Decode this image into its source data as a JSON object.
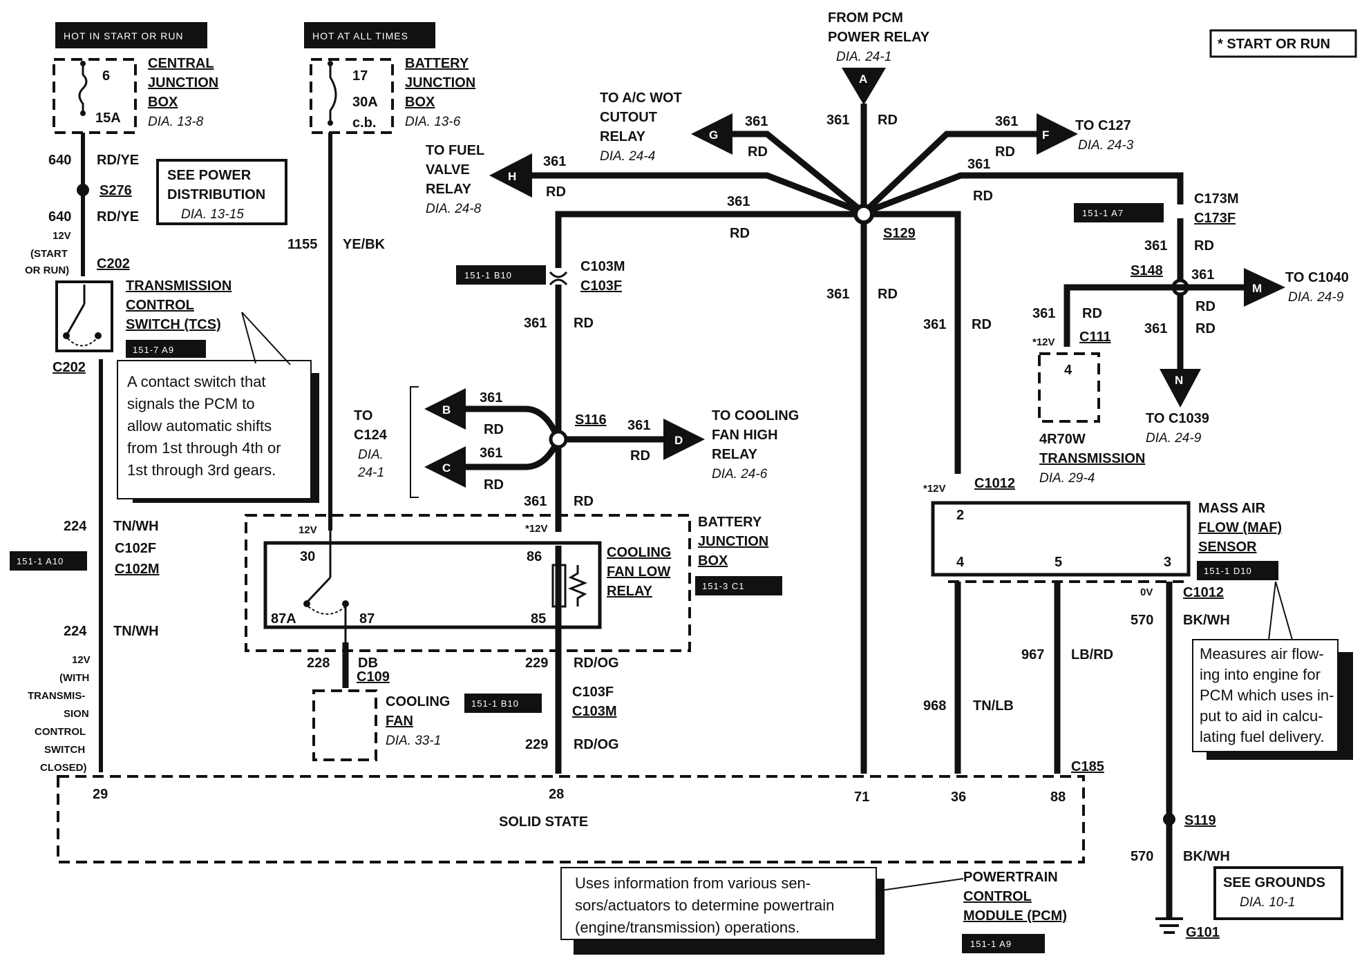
{
  "headers": {
    "hot_start_run": "HOT IN START OR RUN",
    "hot_all_times": "HOT AT ALL TIMES",
    "start_or_run": "* START OR RUN"
  },
  "central_jb": {
    "fuse_num": "6",
    "fuse_amp": "15A",
    "title": [
      "CENTRAL",
      "JUNCTION",
      "BOX"
    ],
    "dia": "DIA. 13-8"
  },
  "battery_jb_top": {
    "fuse_num": "17",
    "fuse_amp": "30A",
    "fuse_type": "c.b.",
    "title": [
      "BATTERY",
      "JUNCTION",
      "BOX"
    ],
    "dia": "DIA. 13-6"
  },
  "see_power": {
    "line1": "SEE POWER",
    "line2": "DISTRIBUTION",
    "dia": "DIA. 13-15"
  },
  "left_wire": {
    "circ1": "640",
    "color1": "RD/YE",
    "splice": "S276",
    "circ2": "640",
    "color2": "RD/YE",
    "volt": "12V",
    "volt_note1": "(START",
    "volt_note2": "OR RUN)",
    "conn_top": "C202",
    "conn_bot": "C202",
    "circ3": "224",
    "color3": "TN/WH",
    "conn_f": "C102F",
    "conn_m": "C102M",
    "circ4": "224",
    "color4": "TN/WH",
    "cond": [
      "12V",
      "(WITH",
      "TRANSMIS-",
      "SION",
      "CONTROL",
      "SWITCH",
      "CLOSED)"
    ],
    "tag_a10": "151-1 A10"
  },
  "tcs": {
    "title": [
      "TRANSMISSION",
      "CONTROL",
      "SWITCH (TCS)"
    ],
    "tag": "151-7 A9",
    "note": [
      "A contact switch that",
      "signals the PCM to",
      "allow automatic shifts",
      "from 1st through 4th or",
      "1st through 3rd gears."
    ]
  },
  "ye_wire": {
    "circ": "1155",
    "color": "YE/BK"
  },
  "pcm_power": {
    "title1": "FROM PCM",
    "title2": "POWER RELAY",
    "dia": "DIA. 24-1",
    "letter": "A"
  },
  "branches": {
    "g": {
      "letter": "G",
      "circ": "361",
      "color": "RD",
      "label": [
        "TO A/C WOT",
        "CUTOUT",
        "RELAY"
      ],
      "dia": "DIA. 24-4"
    },
    "h": {
      "letter": "H",
      "circ": "361",
      "color": "RD",
      "label": [
        "TO FUEL",
        "VALVE",
        "RELAY"
      ],
      "dia": "DIA. 24-8"
    },
    "f": {
      "letter": "F",
      "circ": "361",
      "color": "RD",
      "label": "TO C127",
      "dia": "DIA. 24-3"
    },
    "main": {
      "circ": "361",
      "color": "RD"
    },
    "horiz": {
      "circ": "361",
      "color": "RD"
    },
    "right": {
      "circ": "361",
      "color": "RD"
    },
    "center": {
      "circ": "361",
      "color": "RD"
    }
  },
  "s129": "S129",
  "c103": {
    "m": "C103M",
    "f": "C103F",
    "tag": "151-1 B10",
    "circ": "361",
    "color": "RD"
  },
  "s116": {
    "name": "S116",
    "to": "TO",
    "c124": "C124",
    "dia1": "DIA.",
    "dia2": "24-1",
    "b": {
      "letter": "B",
      "circ": "361",
      "color": "RD"
    },
    "c": {
      "letter": "C",
      "circ": "361",
      "color": "RD"
    },
    "d": {
      "letter": "D",
      "circ": "361",
      "color": "RD",
      "label": [
        "TO COOLING",
        "FAN HIGH",
        "RELAY"
      ],
      "dia": "DIA. 24-6"
    },
    "below_circ": "361",
    "below_color": "RD"
  },
  "c173": {
    "tag": "151-1 A7",
    "m": "C173M",
    "f": "C173F",
    "circ": "361",
    "color": "RD",
    "splice": "S148",
    "m_branch": {
      "letter": "M",
      "circ": "361",
      "color": "RD",
      "label": "TO C1040",
      "dia": "DIA. 24-9"
    },
    "n_branch": {
      "letter": "N",
      "circ": "361",
      "color": "RD",
      "label": "TO C1039",
      "dia": "DIA. 24-9"
    },
    "left_circ": "361",
    "left_color": "RD"
  },
  "trans": {
    "volt": "*12V",
    "conn": "C111",
    "pin": "4",
    "title": [
      "4R70W",
      "TRANSMISSION"
    ],
    "dia": "DIA. 29-4"
  },
  "relay": {
    "v1": "12V",
    "v2": "*12V",
    "p30": "30",
    "p86": "86",
    "p87a": "87A",
    "p87": "87",
    "p85": "85",
    "title": [
      "COOLING",
      "FAN LOW",
      "RELAY"
    ],
    "bjb": [
      "BATTERY",
      "JUNCTION",
      "BOX"
    ],
    "tag": "151-3 C1"
  },
  "cool_fan": {
    "circ": "228",
    "color": "DB",
    "conn": "C109",
    "title": [
      "COOLING",
      "FAN"
    ],
    "dia": "DIA. 33-1",
    "tag": "151-1 B10"
  },
  "c103b": {
    "circ1": "229",
    "color1": "RD/OG",
    "f": "C103F",
    "m": "C103M",
    "circ2": "229",
    "color2": "RD/OG"
  },
  "maf": {
    "volt": "*12V",
    "conn": "C1012",
    "p2": "2",
    "p4": "4",
    "p5": "5",
    "p3": "3",
    "title": [
      "MASS AIR",
      "FLOW (MAF)",
      "SENSOR"
    ],
    "tag": "151-1 D10",
    "note": [
      "Measures air flow-",
      "ing into engine for",
      "PCM which uses in-",
      "put to aid in calcu-",
      "lating fuel delivery."
    ],
    "ov": "0V",
    "conn_b": "C1012",
    "circ570": "570",
    "col570": "BK/WH",
    "c967": "967",
    "col967": "LB/RD",
    "c968": "968",
    "col968": "TN/LB"
  },
  "pcm": {
    "pins": [
      "29",
      "28",
      "71",
      "36",
      "88"
    ],
    "solid": "SOLID STATE",
    "c185": "C185",
    "title": [
      "POWERTRAIN",
      "CONTROL",
      "MODULE (PCM)"
    ],
    "tag": "151-1 A9",
    "note": [
      "Uses information from various sen-",
      "sors/actuators to determine powertrain",
      "(engine/transmission) operations."
    ]
  },
  "ground": {
    "splice": "S119",
    "circ": "570",
    "color": "BK/WH",
    "g": "G101",
    "see1": "SEE GROUNDS",
    "dia": "DIA. 10-1"
  }
}
